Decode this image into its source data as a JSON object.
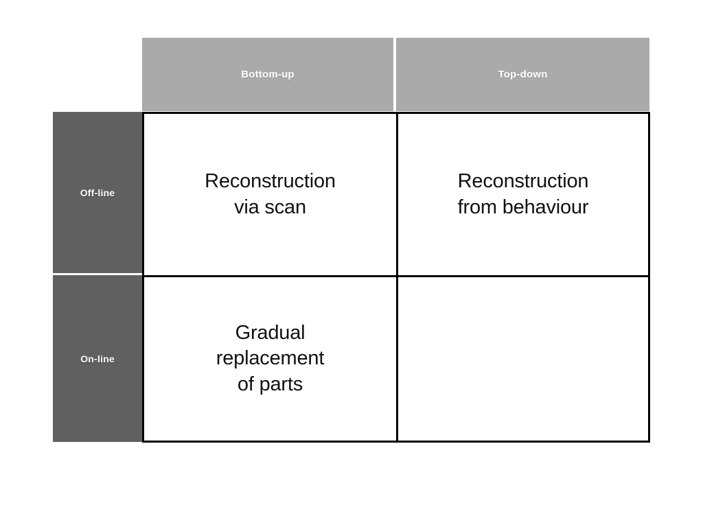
{
  "matrix": {
    "column_headers": [
      {
        "id": "bottom-up",
        "label": "Bottom-up"
      },
      {
        "id": "top-down",
        "label": "Top-down"
      }
    ],
    "row_headers": [
      {
        "id": "off-line",
        "label": "Off-line"
      },
      {
        "id": "on-line",
        "label": "On-line"
      }
    ],
    "cells": [
      [
        {
          "id": "offline-bottomup",
          "text": "Reconstruction\nvia scan"
        },
        {
          "id": "offline-topdown",
          "text": "Reconstruction\nfrom behaviour"
        }
      ],
      [
        {
          "id": "online-bottomup",
          "text": "Gradual\nreplacement\nof parts"
        },
        {
          "id": "online-topdown",
          "text": ""
        }
      ]
    ],
    "corner_label": ""
  },
  "colors": {
    "column_header_background": "#aaaaaa",
    "row_header_background": "#606060",
    "header_text": "#ffffff",
    "cell_background": "#ffffff",
    "cell_text": "#111111",
    "grid_border": "#000000",
    "page_background": "#ffffff"
  }
}
